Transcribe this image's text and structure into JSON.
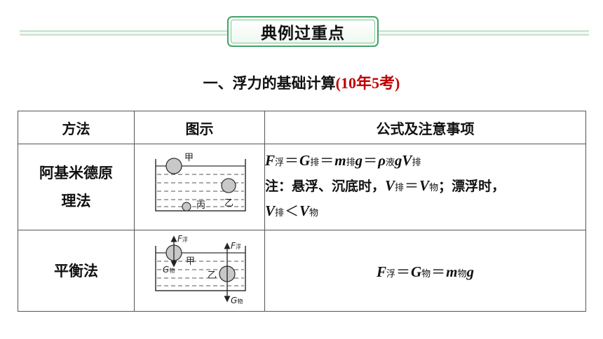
{
  "banner": {
    "title": "典例过重点"
  },
  "section": {
    "title": "一、浮力的基础计算",
    "note": "(10年5考)"
  },
  "table": {
    "headers": [
      "方法",
      "图示",
      "公式及注意事项"
    ],
    "rows": [
      {
        "method_line1": "阿基米德原",
        "method_line2": "理法",
        "figure_labels": {
          "a": "甲",
          "b": "乙",
          "c": "丙"
        },
        "formula": {
          "F": "F",
          "F_sub": "浮",
          "eq1": "＝",
          "G": "G",
          "G_sub": "排",
          "eq2": "＝",
          "m": "m",
          "m_sub": "排",
          "g1": "g",
          "eq3": "＝",
          "rho": "ρ",
          "rho_sub": "液",
          "g2": "g",
          "V": "V",
          "V_sub": "排"
        },
        "note": {
          "prefix": "注：悬浮、沉底时，",
          "V1": "V",
          "V1_sub": "排",
          "eq": "＝",
          "V2": "V",
          "V2_sub": "物",
          "mid": "；漂浮时，",
          "V3": "V",
          "V3_sub": "排",
          "lt": "＜",
          "V4": "V",
          "V4_sub": "物"
        }
      },
      {
        "method": "平衡法",
        "figure_labels": {
          "a": "甲",
          "b": "乙",
          "F": "F",
          "F_sub": "浮",
          "G": "G",
          "G_sub": "物"
        },
        "formula": {
          "F": "F",
          "F_sub": "浮",
          "eq1": "＝",
          "G": "G",
          "G_sub": "物",
          "eq2": "＝",
          "m": "m",
          "m_sub": "物",
          "g": "g"
        }
      }
    ]
  }
}
